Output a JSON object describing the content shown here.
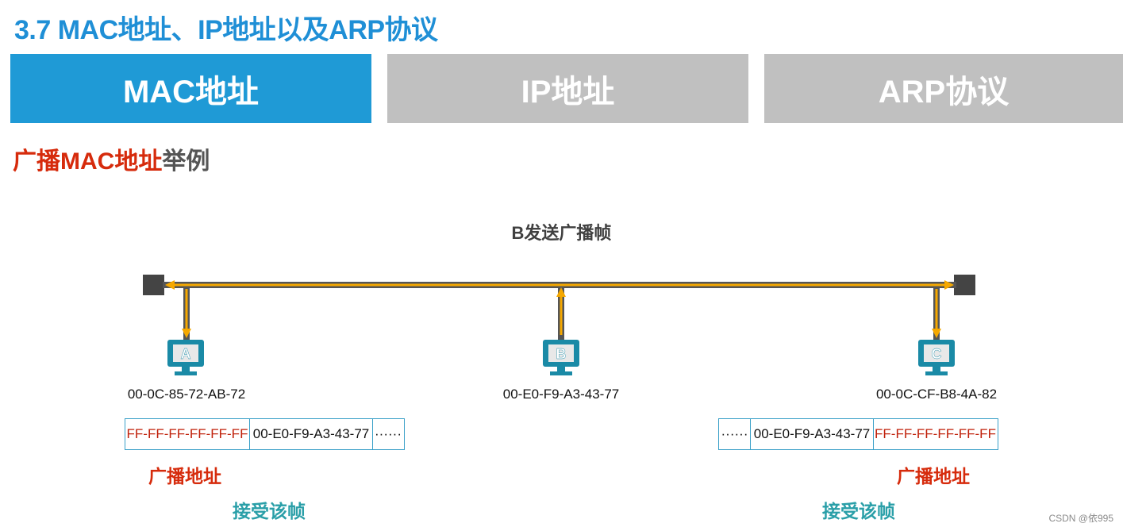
{
  "title": "3.7 MAC地址、IP地址以及ARP协议",
  "tabs": [
    {
      "label": "MAC地址",
      "active": true
    },
    {
      "label": "IP地址",
      "active": false
    },
    {
      "label": "ARP协议",
      "active": false
    }
  ],
  "subtitle": {
    "highlight": "广播MAC地址",
    "rest": "举例"
  },
  "diagram": {
    "caption": "B发送广播帧",
    "hosts": [
      {
        "letter": "A",
        "mac": "00-0C-85-72-AB-72"
      },
      {
        "letter": "B",
        "mac": "00-E0-F9-A3-43-77"
      },
      {
        "letter": "C",
        "mac": "00-0C-CF-B8-4A-82"
      }
    ],
    "frame_left": [
      "FF-FF-FF-FF-FF-FF",
      "00-E0-F9-A3-43-77",
      "······"
    ],
    "frame_right": [
      "······",
      "00-E0-F9-A3-43-77",
      "FF-FF-FF-FF-FF-FF"
    ],
    "broadcast_label": "广播地址",
    "accept_label": "接受该帧"
  },
  "colors": {
    "accent": "#1f8fd6",
    "tab_active": "#1f9ad6",
    "tab_inactive": "#c0c0c0",
    "highlight_red": "#d62b0c",
    "arrow_orange": "#f5a800",
    "host_teal": "#1a8aa6",
    "accept_teal": "#2a9fa8"
  },
  "watermark": "CSDN @依995"
}
